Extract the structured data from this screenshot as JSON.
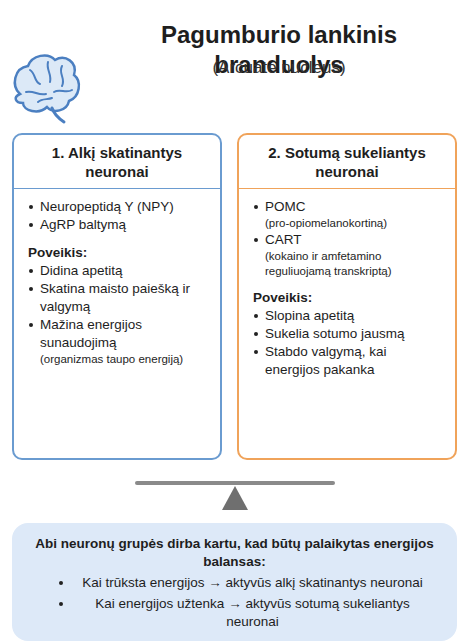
{
  "diagram": {
    "title": "Pagumburio lankinis branduolys",
    "nodes": [
      {
        "text": [
          "1. Alkį skatinantys neuronai",
          "Neuropeptidą Y (NPY)",
          "AgRP baltymą",
          "Poveikis:",
          "Didina apetitą",
          "Skatina maisto paiešką ir valgymą",
          "Mažina energijos sunaudojimą",
          "(organizmas taupo energiją)"
        ]
      },
      {
        "text": [
          "2. Sotumą sukeliantys neuronai",
          "POMC",
          "(pro-opiomelanokortiną)",
          "CART",
          "(kokaino ir amfetamino reguliuojamą transkriptą)",
          "Poveikis:",
          "Slopina apetitą",
          "Sukelia sotumo jausmą",
          "Stabdo valgymą, kai energijos pakanka"
        ]
      },
      {
        "text": [
          "Abi neuronų grupės dirba kartu, kad būtų palaikytas energijos balansas:",
          "Kai trūksta energijos → aktyvūs alkį skatinantys neuronai",
          "Kai energijos užtenka → aktyvūs sotumą sukeliantys neuronai"
        ]
      }
    ],
    "labels": [
      "(Arcuate nucleus)"
    ]
  }
}
